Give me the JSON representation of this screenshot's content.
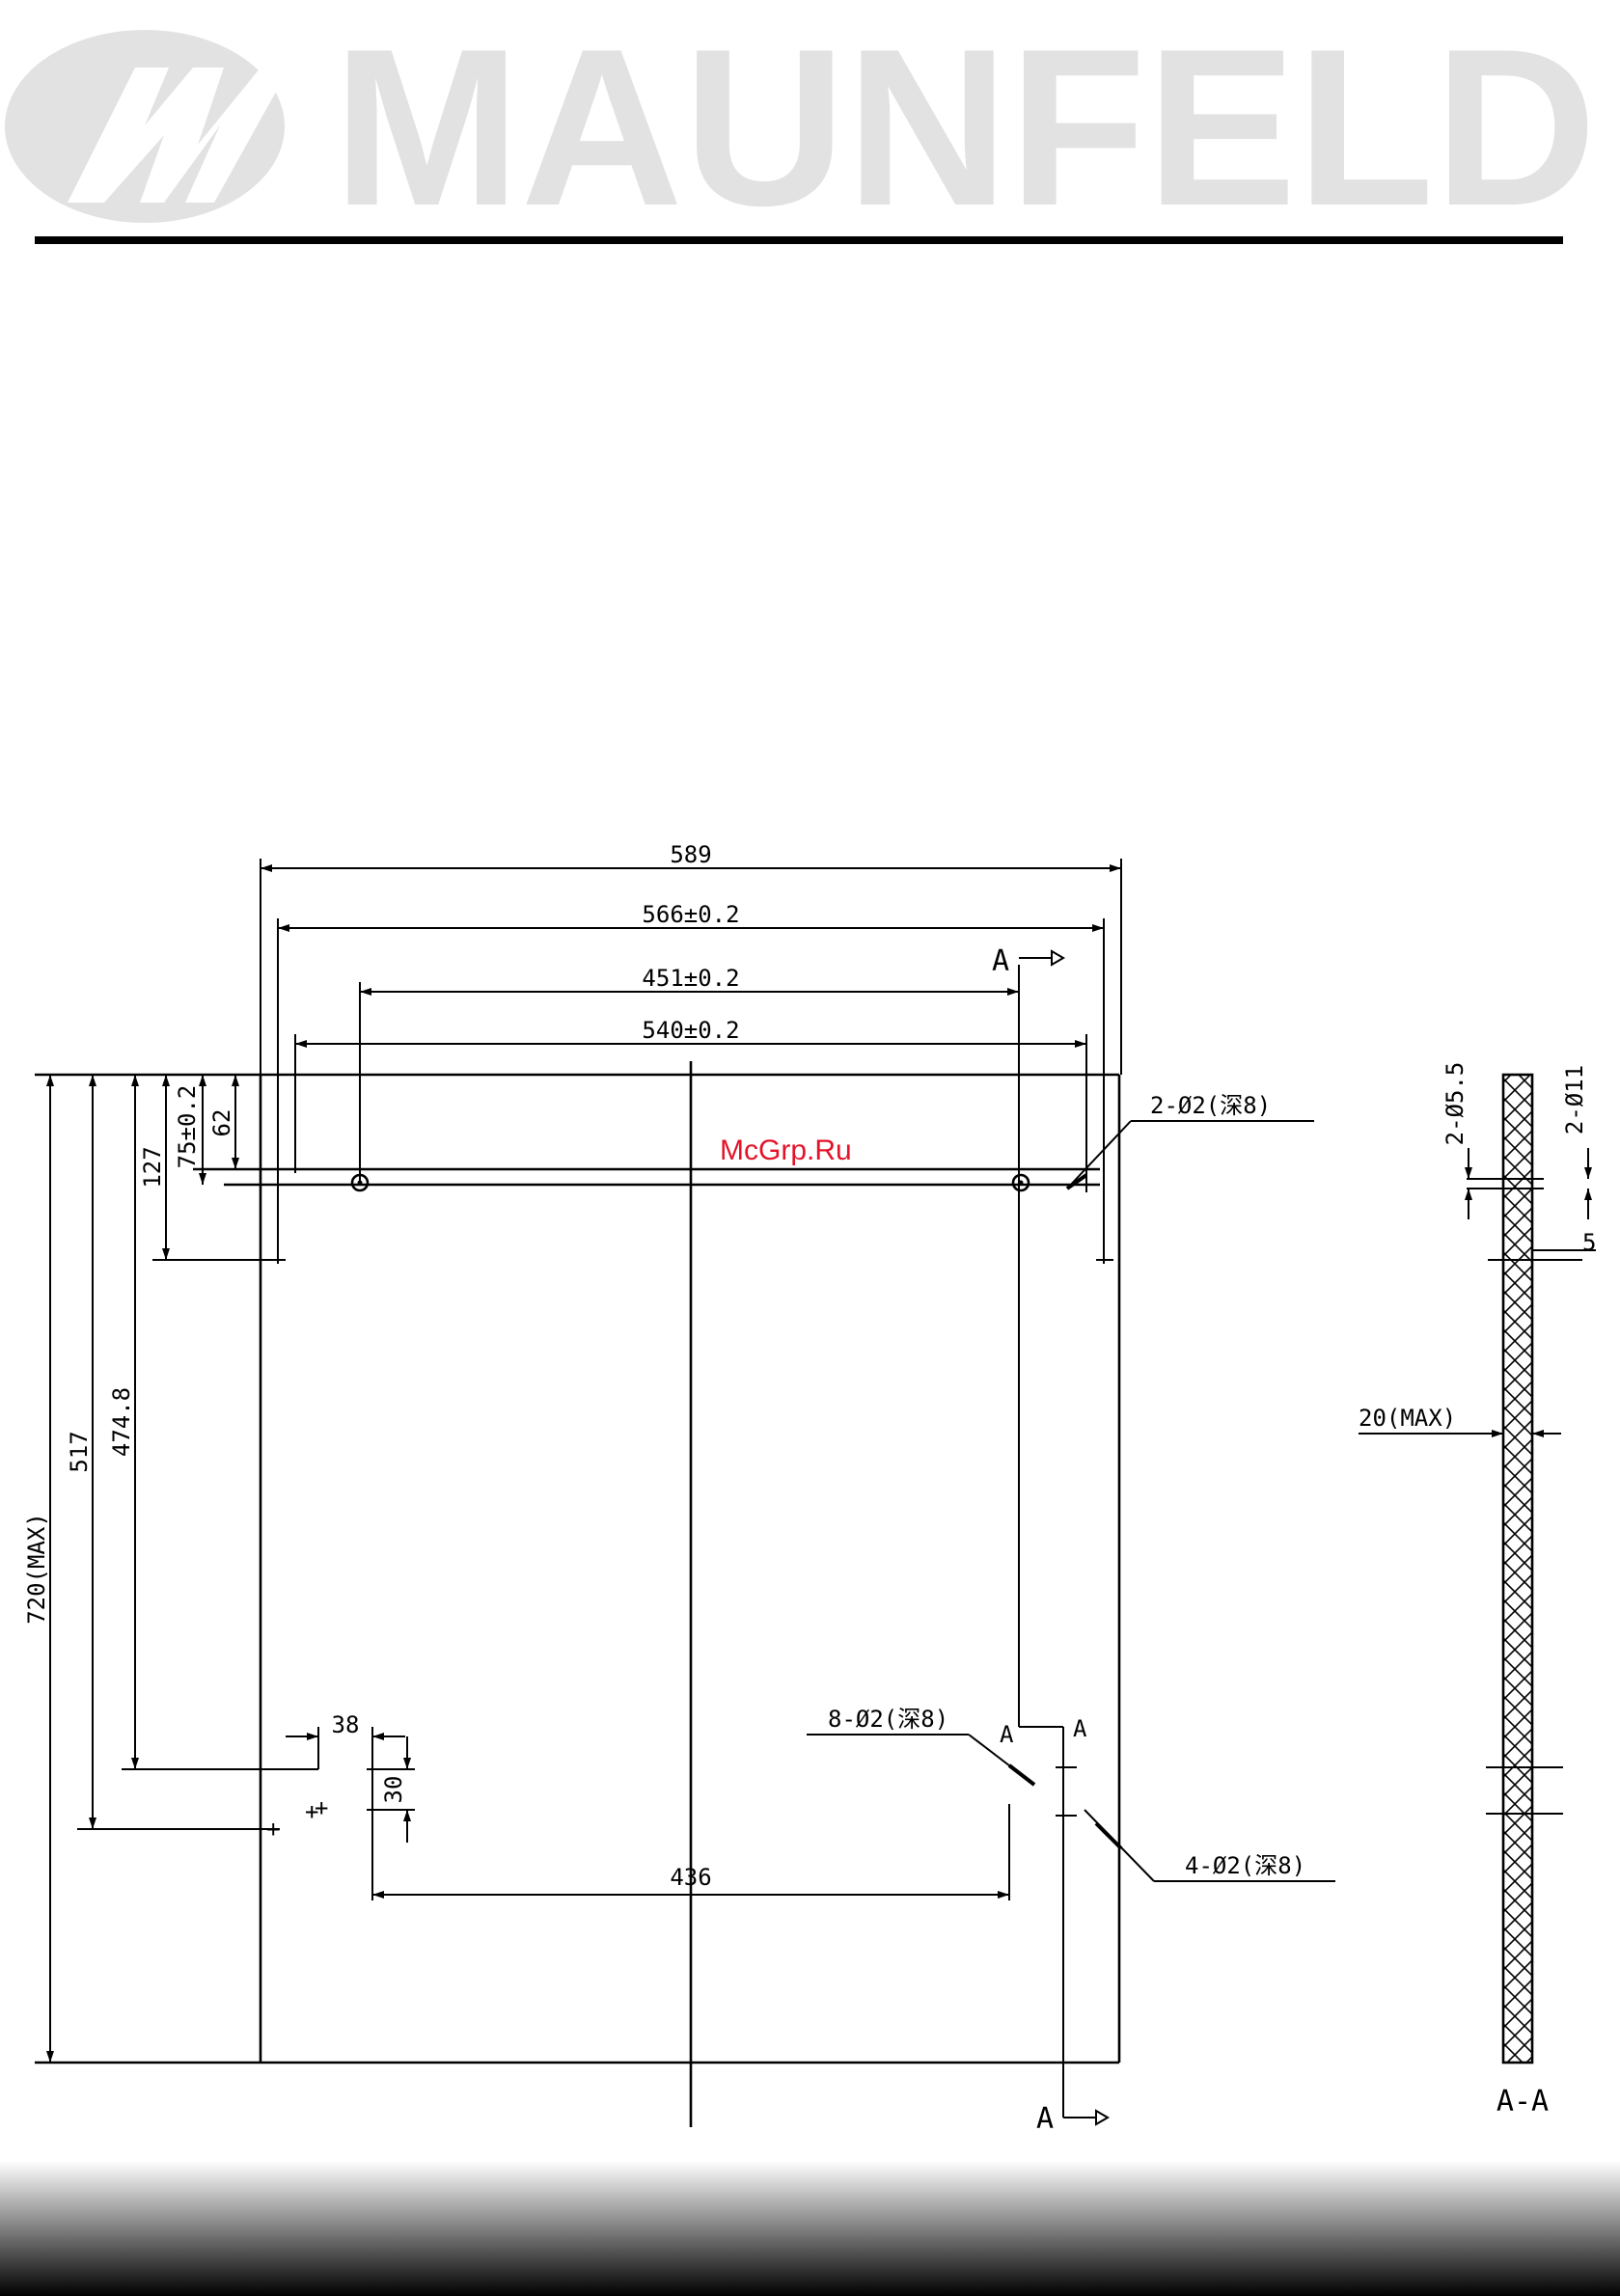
{
  "header": {
    "brand_name": "MAUNFELD",
    "logo_icon": "maunfeld-logo-icon",
    "brand_color": "#e2e2e2",
    "rule_color": "#000000"
  },
  "watermark": {
    "text": "McGrp.Ru",
    "color": "#e3142a"
  },
  "drawing": {
    "dimensions": {
      "width_589": "589",
      "width_566": "566±0.2",
      "width_451": "451±0.2",
      "width_540": "540±0.2",
      "height_720": "720(MAX)",
      "height_517": "517",
      "height_474": "474.8",
      "height_127": "127",
      "height_75": "75±0.2",
      "height_62": "62",
      "spacing_38": "38",
      "spacing_30": "30",
      "spacing_436": "436"
    },
    "callouts": {
      "hole_top": "2-Ø2(深8)",
      "hole_mid": "8-Ø2(深8)",
      "hole_bottom": "4-Ø2(深8)"
    },
    "section_marks": {
      "top": "A",
      "bottom": "A",
      "mid_left": "A",
      "mid_right": "A"
    },
    "section_view": {
      "label": "A-A",
      "hole_a": "2-Ø5.5",
      "hole_b": "2-Ø11",
      "offset": "5",
      "thickness": "20(MAX)"
    }
  },
  "footer": {
    "gradient_dark": "#000000",
    "gradient_light": "#ffffff"
  }
}
